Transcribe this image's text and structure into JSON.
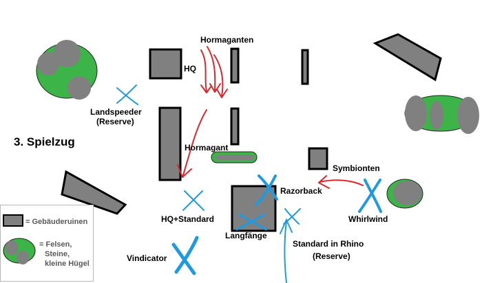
{
  "title": "3. Spielzug",
  "labels": {
    "hormaganten": "Hormaganten",
    "hq": "HQ",
    "landspeeder_1": "Landspeeder",
    "landspeeder_2": "(Reserve)",
    "hormagant": "Hormagant",
    "symbionten": "Symbionten",
    "razorback": "Razorback",
    "hq_standard": "HQ+Standard",
    "whirlwind": "Whirlwind",
    "langfaenge": "Langfänge",
    "standard_rhino_1": "Standard in Rhino",
    "standard_rhino_2": "(Reserve)",
    "vindicator": "Vindicator"
  },
  "legend": {
    "ruins": "= Gebäuderuinen",
    "rocks_1": "= Felsen,",
    "rocks_2": "Steine,",
    "rocks_3": "kleine Hügel"
  },
  "colors": {
    "ruin_fill": "#808080",
    "outline": "#000000",
    "rock_grey": "#808080",
    "hill_green": "#3cb448",
    "enemy_arrow": "#e0242a",
    "own_marker": "#1e9be0"
  }
}
